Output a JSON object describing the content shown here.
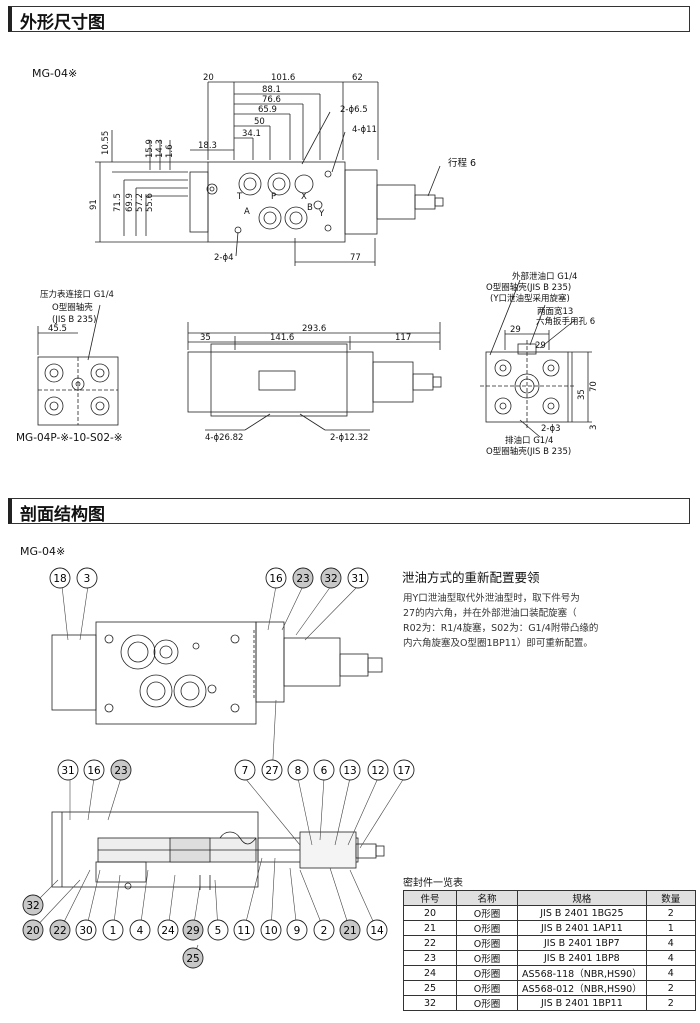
{
  "sections": {
    "outline_title": "外形尺寸图",
    "section_title": "剖面结构图"
  },
  "models": {
    "outline": "MG-04※",
    "gauge_variant": "MG-04P-※-10-S02-※",
    "section": "MG-04※"
  },
  "top_dims": {
    "d20": "20",
    "d101_6": "101.6",
    "d62": "62",
    "d88_1": "88.1",
    "d76_6": "76.6",
    "d65_9": "65.9",
    "d50": "50",
    "d34_1": "34.1",
    "d18_3": "18.3",
    "d2phi6_5": "2-ϕ6.5",
    "d4phi11": "4-ϕ11",
    "d10_55": "10.55",
    "d15_9": "15.9",
    "d14_3": "14.3",
    "d1_6": "1.6",
    "d91": "91",
    "d71_5": "71.5",
    "d69_9": "69.9",
    "d57_2": "57.2",
    "d55_6": "55.6",
    "stroke": "行程 6",
    "d2phi4": "2-ϕ4",
    "d77": "77",
    "port_T": "T",
    "port_P": "P",
    "port_X": "X",
    "port_A": "A",
    "port_B": "B",
    "port_Y": "Y"
  },
  "front_dims": {
    "gauge": "压力表连接口 G1/4",
    "oring": "O型圈轴壳",
    "oring_std": "(JIS B 235)",
    "d45_5": "45.5",
    "d293_6": "293.6",
    "d35": "35",
    "d141_6": "141.6",
    "d117": "117",
    "d4phi26_82": "4-ϕ26.82",
    "d2phi12_32": "2-ϕ12.32"
  },
  "end_dims": {
    "drain_ext": "外部泄油口 G1/4",
    "oring": "O型圈轴壳(JIS B 235)",
    "y_drain": "(Y口泄油型采用旋塞)",
    "flats": "两面宽13",
    "hex": "六角扳手用孔 6",
    "d29a": "29",
    "d29b": "29",
    "d35": "35",
    "d70": "70",
    "d3": "3",
    "d2phi3": "2-ϕ3",
    "drain": "排油口 G1/4",
    "oring2": "O型圈轴壳(JIS B 235)"
  },
  "note": {
    "title": "泄油方式的重新配置要领",
    "body1": "用Y口泄油型取代外泄油型时，取下件号为",
    "body2": "27的内六角，并在外部泄油口装配旋塞（",
    "body3": "R02为：R1/4旋塞，S02为：G1/4附带凸缘的",
    "body4": "内六角旋塞及O型圈1BP11）即可重新配置。"
  },
  "callouts": {
    "top": [
      "18",
      "3",
      "16",
      "23",
      "32",
      "31"
    ],
    "mid": [
      "31",
      "16",
      "23",
      "7",
      "27",
      "8",
      "6",
      "13",
      "12",
      "17"
    ],
    "bottom": [
      "32",
      "20",
      "22",
      "30",
      "1",
      "4",
      "24",
      "29",
      "5",
      "11",
      "10",
      "9",
      "2",
      "21",
      "14"
    ],
    "extra": [
      "25"
    ],
    "shaded": [
      "23",
      "32",
      "20",
      "22",
      "29",
      "21",
      "25"
    ]
  },
  "seal_table": {
    "caption": "密封件一览表",
    "headers": [
      "件号",
      "名称",
      "规格",
      "数量"
    ],
    "rows": [
      [
        "20",
        "O形圈",
        "JIS B 2401 1BG25",
        "2"
      ],
      [
        "21",
        "O形圈",
        "JIS B 2401 1AP11",
        "1"
      ],
      [
        "22",
        "O形圈",
        "JIS B 2401 1BP7",
        "4"
      ],
      [
        "23",
        "O形圈",
        "JIS B 2401 1BP8",
        "4"
      ],
      [
        "24",
        "O形圈",
        "AS568-118（NBR,HS90）",
        "4"
      ],
      [
        "25",
        "O形圈",
        "AS568-012（NBR,HS90）",
        "2"
      ],
      [
        "32",
        "O形圈",
        "JIS B 2401 1BP11",
        "2"
      ]
    ]
  }
}
